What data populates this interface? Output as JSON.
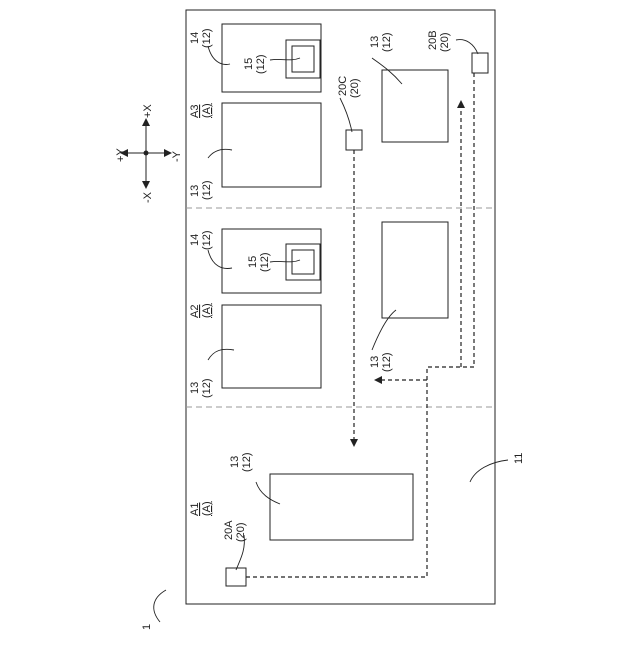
{
  "figure": {
    "ref_1": "1",
    "ref_11": "11"
  },
  "axes": {
    "plus_x": "+X",
    "minus_x": "-X",
    "plus_y": "+Y",
    "minus_y": "-Y"
  },
  "areas": {
    "a1": {
      "name": "A1",
      "sub": "(A)"
    },
    "a2": {
      "name": "A2",
      "sub": "(A)"
    },
    "a3": {
      "name": "A3",
      "sub": "(A)"
    }
  },
  "labels": {
    "l13": "13",
    "l14": "14",
    "l15": "15",
    "l12": "(12)",
    "l20a": "20A",
    "l20b": "20B",
    "l20c": "20C",
    "l20": "(20)"
  }
}
